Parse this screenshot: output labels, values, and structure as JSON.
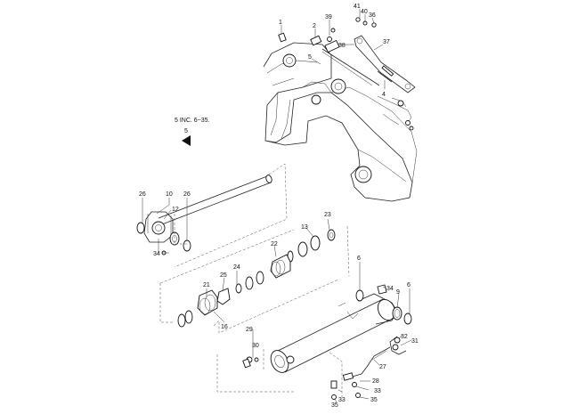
{
  "labels": {
    "p1": "1",
    "p2": "2",
    "p39": "39",
    "p41": "41",
    "p40": "40",
    "p36": "36",
    "p38": "38",
    "p37": "37",
    "p5a": "5",
    "p4": "4",
    "note": "5 INC. 6~35.",
    "p5b": "5",
    "p26a": "26",
    "p10": "10",
    "p26b": "26",
    "p12": "12",
    "p34a": "34",
    "p23": "23",
    "p13": "13",
    "p22": "22",
    "p24": "24",
    "p25": "25",
    "p21": "21",
    "p16": "16",
    "p6a": "6",
    "p34b": "34",
    "p9": "9",
    "p6b": "6",
    "p32": "32",
    "p31": "31",
    "p29": "29",
    "p30": "30",
    "p27": "27",
    "p28": "28",
    "p33a": "33",
    "p33b": "33",
    "p35a": "35",
    "p35b": "35"
  }
}
